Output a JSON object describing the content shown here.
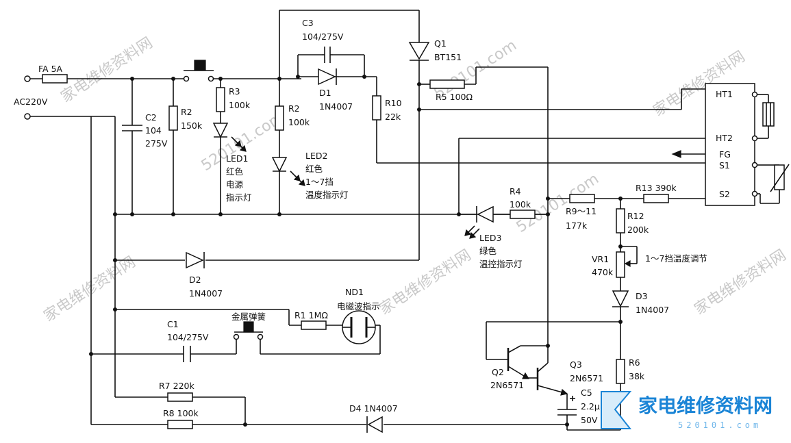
{
  "labels": {
    "fa": "FA  5A",
    "ac": "AC220V",
    "c2": "C2",
    "c2v": "104",
    "c2r": "275V",
    "r2a": "R2",
    "r2av": "150k",
    "r3": "R3",
    "r3v": "100k",
    "led1": "LED1",
    "led1c": "红色",
    "led1d1": "电源",
    "led1d2": "指示灯",
    "r2b": "R2",
    "r2bv": "100k",
    "c3": "C3",
    "c3v": "104/275V",
    "d1": "D1",
    "d1v": "1N4007",
    "led2": "LED2",
    "led2c": "红色",
    "led2d1": "1～7挡",
    "led2d2": "温度指示灯",
    "r10": "R10",
    "r10v": "22k",
    "q1": "Q1",
    "q1v": "BT151",
    "r5": "R5  100Ω",
    "ht1": "HT1",
    "ht2": "HT2",
    "fg": "FG",
    "s1": "S1",
    "s2": "S2",
    "r4": "R4",
    "r4v": "100k",
    "r9": "R9～11",
    "r9v": "177k",
    "r13": "R13  390k",
    "r12": "R12",
    "r12v": "200k",
    "vr1": "VR1",
    "vr1v": "470k",
    "vr1d": "1～7挡温度调节",
    "led3": "LED3",
    "led3c": "绿色",
    "led3d": "温控指示灯",
    "d2": "D2",
    "d2v": "1N4007",
    "d3": "D3",
    "d3v": "1N4007",
    "nd1": "ND1",
    "nd1d": "电磁波指示",
    "spring": "金属弹簧",
    "r1": "R1  1MΩ",
    "c1": "C1",
    "c1v": "104/275V",
    "q2": "Q2",
    "q2v": "2N6571",
    "q3": "Q3",
    "q3v": "2N6571",
    "r6": "R6",
    "r6v": "38k",
    "c5": "C5",
    "c5v": "2.2μ",
    "c5r": "50V",
    "r7": "R7  220k",
    "r8": "R8  100k",
    "d4": "D4  1N4007"
  },
  "watermark": {
    "text": "家电维修资料网",
    "url": "520101.com",
    "logo_text": "家电维修资料网",
    "logo_url": "520101.com"
  }
}
